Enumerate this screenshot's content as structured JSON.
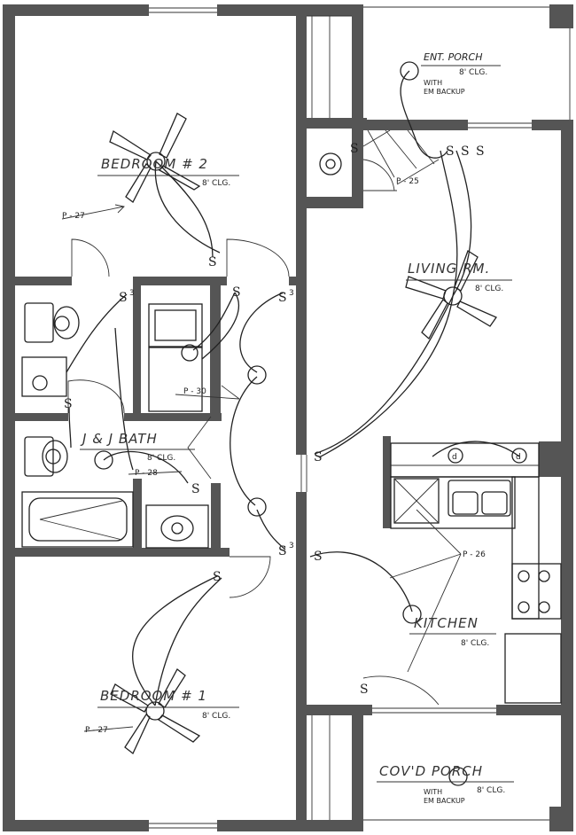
{
  "rooms": {
    "bedroom2": {
      "name": "BEDROOM # 2",
      "clg": "8' CLG."
    },
    "bedroom1": {
      "name": "BEDROOM # 1",
      "clg": "8' CLG."
    },
    "living": {
      "name": "LIVING RM.",
      "clg": "8' CLG."
    },
    "kitchen": {
      "name": "KITCHEN",
      "clg": "8' CLG."
    },
    "bath": {
      "name": "J & J BATH",
      "clg": "8' CLG."
    },
    "ent_porch": {
      "name": "ENT. PORCH",
      "clg": "8' CLG.",
      "note1": "WITH",
      "note2": "EM BACKUP"
    },
    "cov_porch": {
      "name": "COV'D PORCH",
      "clg": "8' CLG.",
      "note1": "WITH",
      "note2": "EM BACKUP"
    }
  },
  "circuits": {
    "p27a": "P - 27",
    "p27b": "P - 27",
    "p25": "P - 25",
    "p30": "P - 30",
    "p28": "P - 28",
    "p26": "P - 26"
  },
  "symbols": {
    "switch": "S",
    "switch3": "3",
    "dryer": "d"
  }
}
